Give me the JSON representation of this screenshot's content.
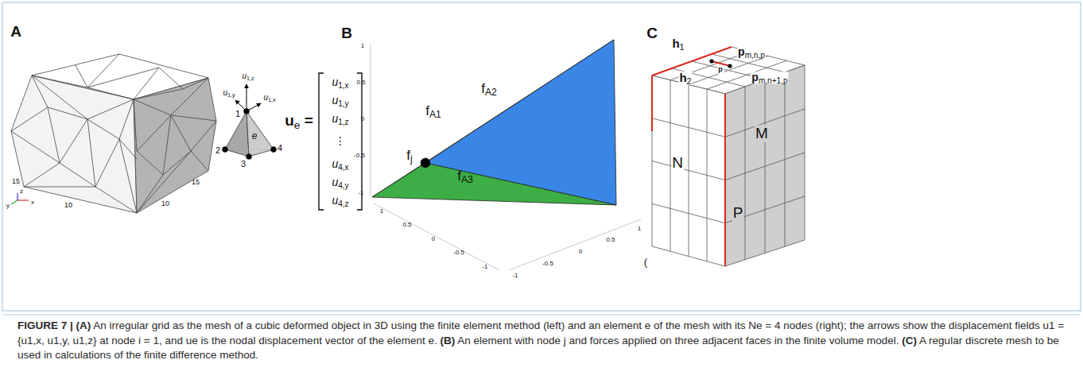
{
  "diagram": {
    "caption": "FIGURE 7 | (A) An irregular grid as the mesh of a cubic deformed object in 3D using the finite element method (left) and an element e of the mesh with its Ne = 4 nodes (right); the arrows show the displacement fields u1 = {u1,x, u1,y, u1,z} at node i = 1, and ue is the nodal displacement vector of the element e. (B) An element with node j and forces applied on three adjacent faces in the finite volume model. (C) A regular discrete mesh to be used in calculations of the finite difference method.",
    "labels": [
      "A",
      "B",
      "C",
      "15",
      "10",
      "10",
      "15",
      "y",
      "x",
      "z",
      "u1,z",
      "u1,y",
      "u1,x",
      "1",
      "e",
      "2",
      "3",
      "4",
      "ue =",
      "u1,x",
      "u1,y",
      "u1,z",
      "⋮",
      "u4,x",
      "u4,y",
      "u4,z",
      "fA1",
      "fA2",
      "fA3",
      "fj",
      "1",
      "0.5",
      "0",
      "-0.5",
      "-1",
      "1",
      "0.5",
      "0",
      "-0.5",
      "-1",
      "-1",
      "-0.5",
      "0",
      "0.5",
      "1",
      "h1",
      "h2",
      "p",
      "pm,n,p",
      "pm,n+1,p",
      "N",
      "M",
      "P",
      "("
    ]
  }
}
